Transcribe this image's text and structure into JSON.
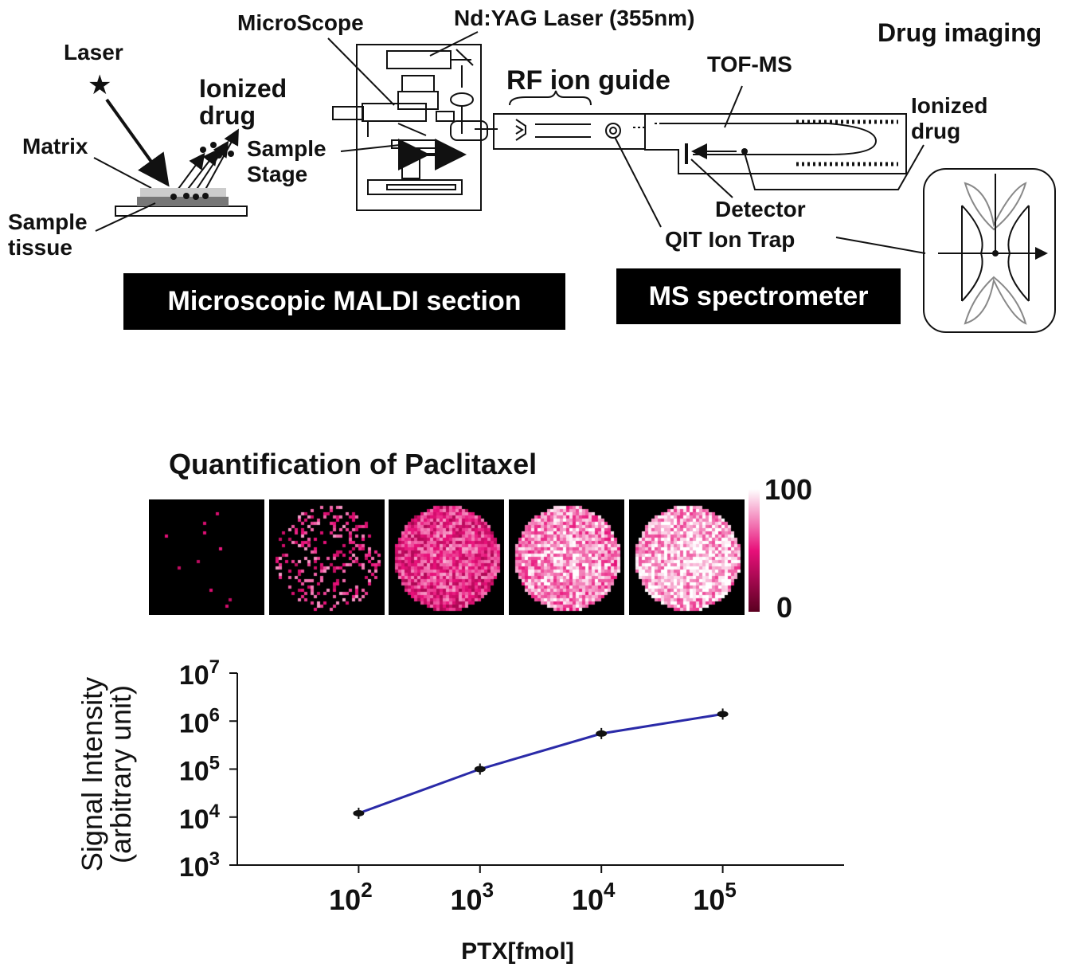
{
  "diagram": {
    "labels": {
      "laser": "Laser",
      "ionized_drug_left": [
        "Ionized",
        "drug"
      ],
      "matrix": "Matrix",
      "sample_tissue": [
        "Sample",
        "tissue"
      ],
      "microscope": "MicroScope",
      "ndyag_laser": "Nd:YAG Laser (355nm)",
      "sample_stage": [
        "Sample",
        "Stage"
      ],
      "rf_ion_guide": "RF ion guide",
      "tof_ms": "TOF-MS",
      "drug_imaging": "Drug imaging",
      "ionized_drug_right": [
        "Ionized",
        "drug"
      ],
      "detector": "Detector",
      "qit_ion_trap": "QIT Ion Trap"
    },
    "sections": {
      "maldi": "Microscopic MALDI section",
      "ms": "MS spectrometer"
    }
  },
  "heatmap": {
    "title": "Quantification of Paclitaxel",
    "colorbar_max": "100",
    "colorbar_min": "0",
    "colors": {
      "low": "#5a0020",
      "mid": "#e8107a",
      "high": "#ffffff"
    },
    "panel_levels": [
      0.03,
      0.3,
      0.62,
      0.85,
      0.93
    ]
  },
  "chart_data": {
    "type": "line",
    "x": [
      100,
      1000,
      10000,
      100000
    ],
    "series": [
      {
        "values": [
          12000,
          100000,
          550000,
          1400000
        ]
      }
    ],
    "xlabel": "PTX[fmol]",
    "ylabel": [
      "Signal Intensity",
      "(arbitrary unit)"
    ],
    "xscale": "log",
    "yscale": "log",
    "ylim": [
      1000,
      10000000
    ],
    "x_ticks": [
      "10",
      "10",
      "10",
      "10"
    ],
    "x_tick_exponents": [
      "2",
      "3",
      "4",
      "5"
    ],
    "y_ticks": [
      "10",
      "10",
      "10",
      "10",
      "10"
    ],
    "y_tick_exponents": [
      "3",
      "4",
      "5",
      "6",
      "7"
    ],
    "line_color": "#2a2aa8",
    "grid": false
  }
}
